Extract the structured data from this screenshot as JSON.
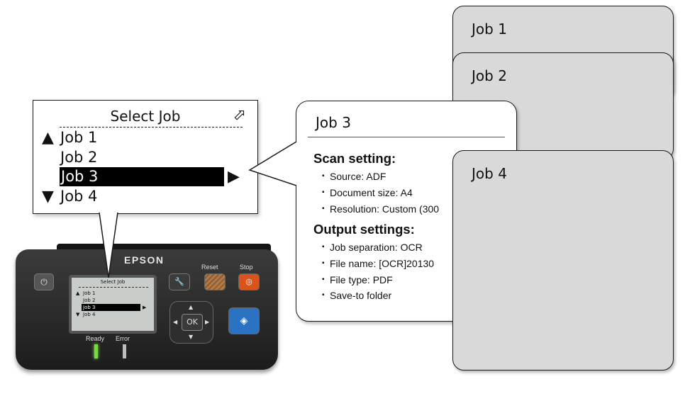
{
  "job_cards": {
    "job1": "Job 1",
    "job2": "Job 2",
    "job4": "Job 4"
  },
  "detail": {
    "title": "Job 3",
    "scan_heading": "Scan setting:",
    "scan_items": [
      "Source: ADF",
      "Document size: A4",
      "Resolution: Custom (300"
    ],
    "output_heading": "Output settings:",
    "output_items": [
      "Job separation: OCR",
      "File name: [OCR]20130",
      "File type: PDF",
      "Save-to folder"
    ]
  },
  "lcd_zoom": {
    "title": "Select Job",
    "edit_icon": "edit-tag-icon",
    "rows": [
      "Job 1",
      "Job 2",
      "Job 3",
      "Job 4"
    ],
    "selected": "Job 3"
  },
  "device": {
    "brand": "EPSON",
    "lcd_title": "Select Job",
    "lcd_rows": [
      "Job 1",
      "Job 2",
      "Job 3",
      "Job 4"
    ],
    "reset_label": "Reset",
    "stop_label": "Stop",
    "ok_label": "OK",
    "ready_label": "Ready",
    "error_label": "Error",
    "ready_led_color": "#6fe037",
    "start_color": "#2b72c2",
    "stop_color": "#d9541d"
  }
}
